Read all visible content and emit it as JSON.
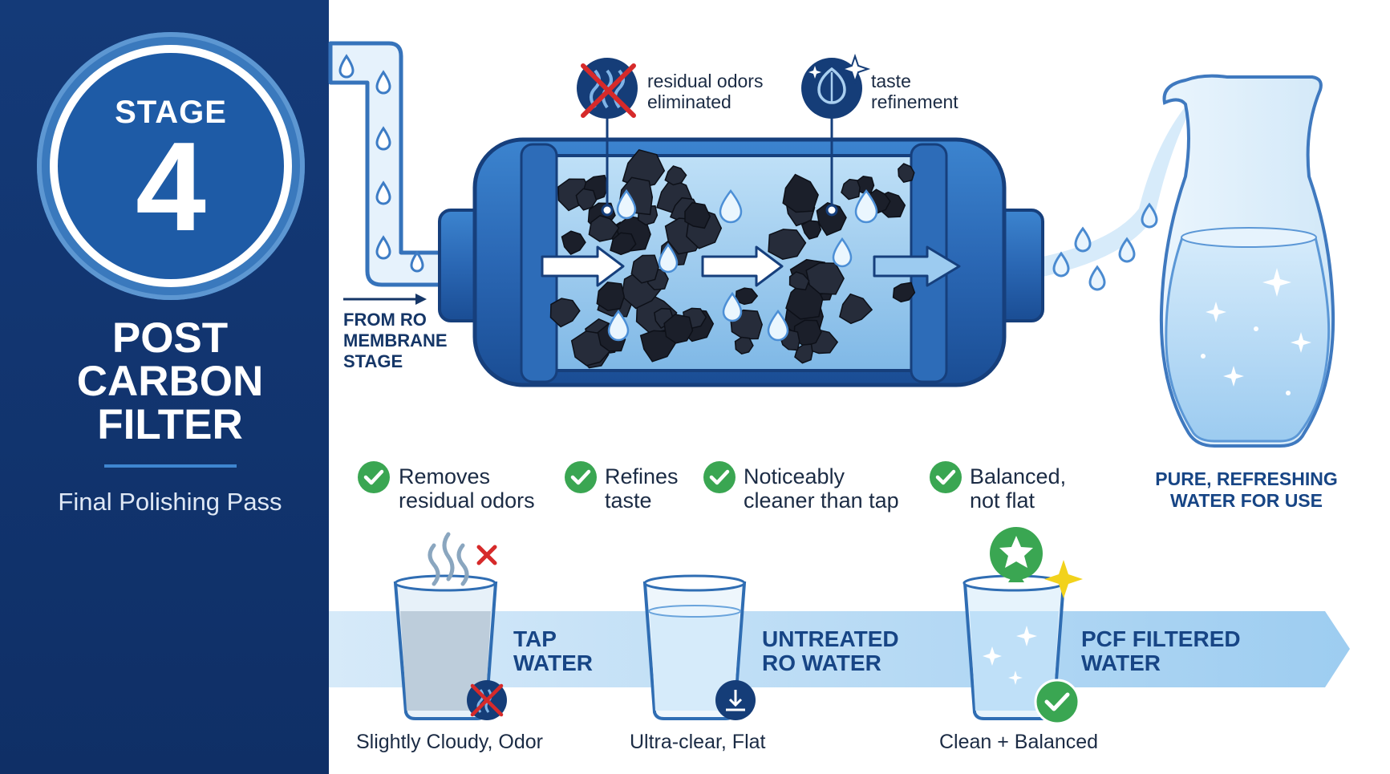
{
  "stage_badge": {
    "stage_label": "STAGE",
    "stage_number": "4"
  },
  "panel": {
    "title_lines": [
      "POST",
      "CARBON",
      "FILTER"
    ],
    "subtitle": "Final Polishing Pass"
  },
  "inlet_label_lines": [
    "FROM RO",
    "MEMBRANE",
    "STAGE"
  ],
  "callouts": [
    {
      "lines": [
        "residual odors",
        "eliminated"
      ],
      "icon": "crossed-odor-icon"
    },
    {
      "lines": [
        "taste",
        "refinement"
      ],
      "icon": "sparkle-taste-icon"
    }
  ],
  "benefits": [
    {
      "lines": [
        "Removes",
        "residual odors"
      ],
      "icon": "check-icon"
    },
    {
      "lines": [
        "Refines",
        "taste"
      ],
      "icon": "check-icon"
    },
    {
      "lines": [
        "Noticeably",
        "cleaner than tap"
      ],
      "icon": "check-icon"
    },
    {
      "lines": [
        "Balanced,",
        "not flat"
      ],
      "icon": "check-icon"
    }
  ],
  "pitcher_caption_lines": [
    "PURE, REFRESHING",
    "WATER FOR USE"
  ],
  "comparison": [
    {
      "name_lines": [
        "TAP",
        "WATER"
      ],
      "caption": "Slightly Cloudy, Odor",
      "icon": "no-odor-icon"
    },
    {
      "name_lines": [
        "UNTREATED",
        "RO WATER"
      ],
      "caption": "Ultra-clear, Flat",
      "icon": "flat-level-icon"
    },
    {
      "name_lines": [
        "PCF FILTERED",
        "WATER"
      ],
      "caption": "Clean + Balanced",
      "icon": "check-icon"
    }
  ],
  "colors": {
    "navy": "#143a78",
    "brand_blue": "#1e5ba6",
    "check_green": "#3aa652",
    "cross_red": "#d62a2a",
    "star_yellow": "#f2d21b",
    "water_light": "#cfe6f8"
  }
}
